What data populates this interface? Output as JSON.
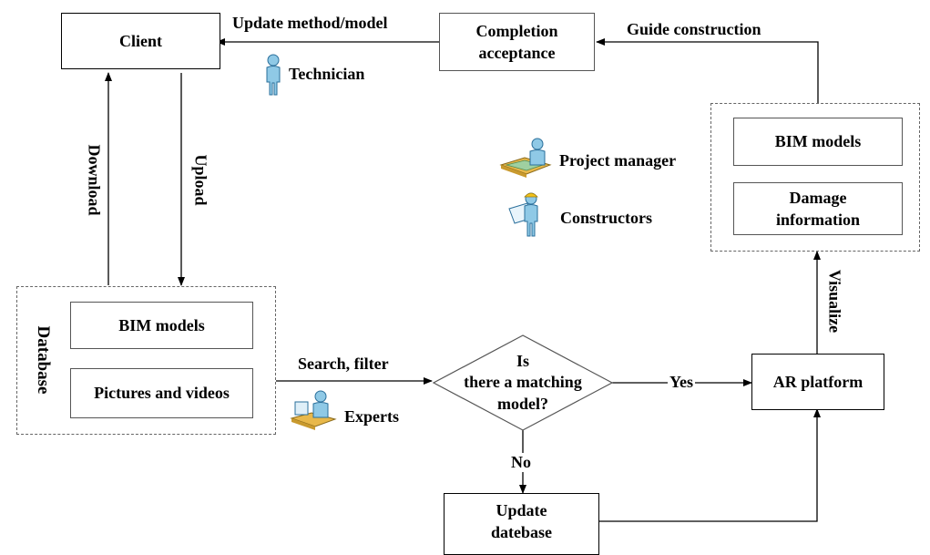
{
  "nodes": {
    "client": "Client",
    "completion_line1": "Completion",
    "completion_line2": "acceptance",
    "right_bim": "BIM models",
    "right_damage_line1": "Damage",
    "right_damage_line2": "information",
    "db_title": "Database",
    "db_bim": "BIM models",
    "db_pictures": "Pictures and videos",
    "decision_line1": "Is",
    "decision_line2": "there a matching",
    "decision_line3": "model?",
    "ar_platform": "AR platform",
    "update_line1": "Update",
    "update_line2": "datebase"
  },
  "edges": {
    "update_method": "Update method/model",
    "guide_construction": "Guide construction",
    "download": "Download",
    "upload": "Upload",
    "search_filter": "Search, filter",
    "yes": "Yes",
    "no": "No",
    "visualize": "Visualize"
  },
  "roles": {
    "technician": "Technician",
    "project_manager": "Project manager",
    "constructors": "Constructors",
    "experts": "Experts"
  },
  "icons": {
    "technician": "technician-icon",
    "project_manager": "project-manager-icon",
    "constructors": "constructor-icon",
    "experts": "expert-icon"
  },
  "colors": {
    "person_fill": "#8fc9e6",
    "person_stroke": "#2a6f9b",
    "desk_fill": "#e8b84a",
    "helmet": "#f2c21b"
  }
}
